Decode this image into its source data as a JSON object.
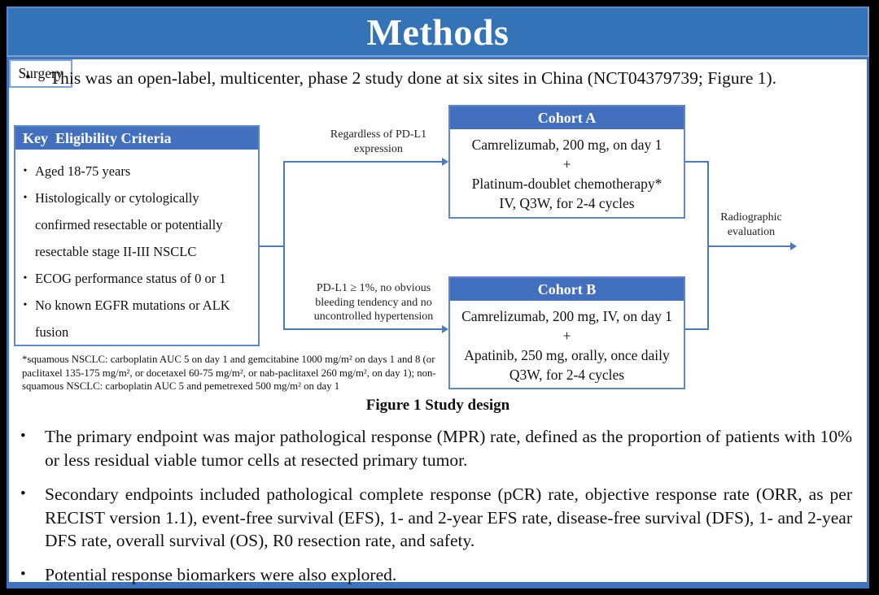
{
  "slide": {
    "title": "Methods",
    "intro_bullet": "This was an open-label, multicenter, phase 2 study done at six sites in China (NCT04379739; Figure 1).",
    "colors": {
      "title_bar_blue": "#3573b9",
      "box_header_blue": "#4270bf",
      "connector_blue": "#4b7ac4",
      "box_border_blue": "#5e88cd",
      "background": "#000000",
      "content_bg": "#ffffff"
    }
  },
  "figure": {
    "eligibility": {
      "header": "Key  Eligibility Criteria",
      "items": [
        "Aged 18-75 years",
        "Histologically or cytologically confirmed resectable or potentially resectable stage II-III  NSCLC",
        "ECOG performance status of 0 or 1",
        "No known EGFR mutations or ALK fusion"
      ]
    },
    "branch_labels": {
      "top": "Regardless of PD-L1 expression",
      "bottom": "PD-L1 ≥ 1%, no obvious bleeding tendency and no uncontrolled hypertension"
    },
    "cohort_a": {
      "header": "Cohort A",
      "lines": [
        "Camrelizumab, 200 mg, on day 1",
        "+",
        "Platinum-doublet chemotherapy*",
        "IV, Q3W, for 2-4 cycles"
      ]
    },
    "cohort_b": {
      "header": "Cohort B",
      "lines": [
        "Camrelizumab, 200 mg, IV, on day 1",
        "+",
        "Apatinib, 250 mg, orally, once daily",
        "Q3W, for 2-4 cycles"
      ]
    },
    "evaluation_label": "Radiographic evaluation",
    "surgery_label": "Surgery",
    "footnote": "*squamous NSCLC: carboplatin AUC 5 on day 1 and gemcitabine 1000 mg/m² on days 1 and 8 (or paclitaxel 135-175  mg/m², or docetaxel 60-75 mg/m², or nab-paclitaxel 260 mg/m², on day 1); non-squamous NSCLC: carboplatin AUC 5 and pemetrexed 500 mg/m² on day 1",
    "caption": "Figure 1 Study design"
  },
  "bullets": {
    "marker": "•",
    "items": [
      "The primary endpoint was major pathological response (MPR) rate, defined as the proportion of patients with 10% or less residual viable tumor cells at resected primary tumor.",
      "Secondary endpoints included pathological complete response (pCR) rate, objective response rate (ORR, as per RECIST version 1.1), event-free survival (EFS), 1- and 2-year EFS rate, disease-free survival (DFS), 1- and 2-year DFS rate, overall survival (OS), R0 resection rate, and safety.",
      "Potential response biomarkers were also explored."
    ]
  }
}
